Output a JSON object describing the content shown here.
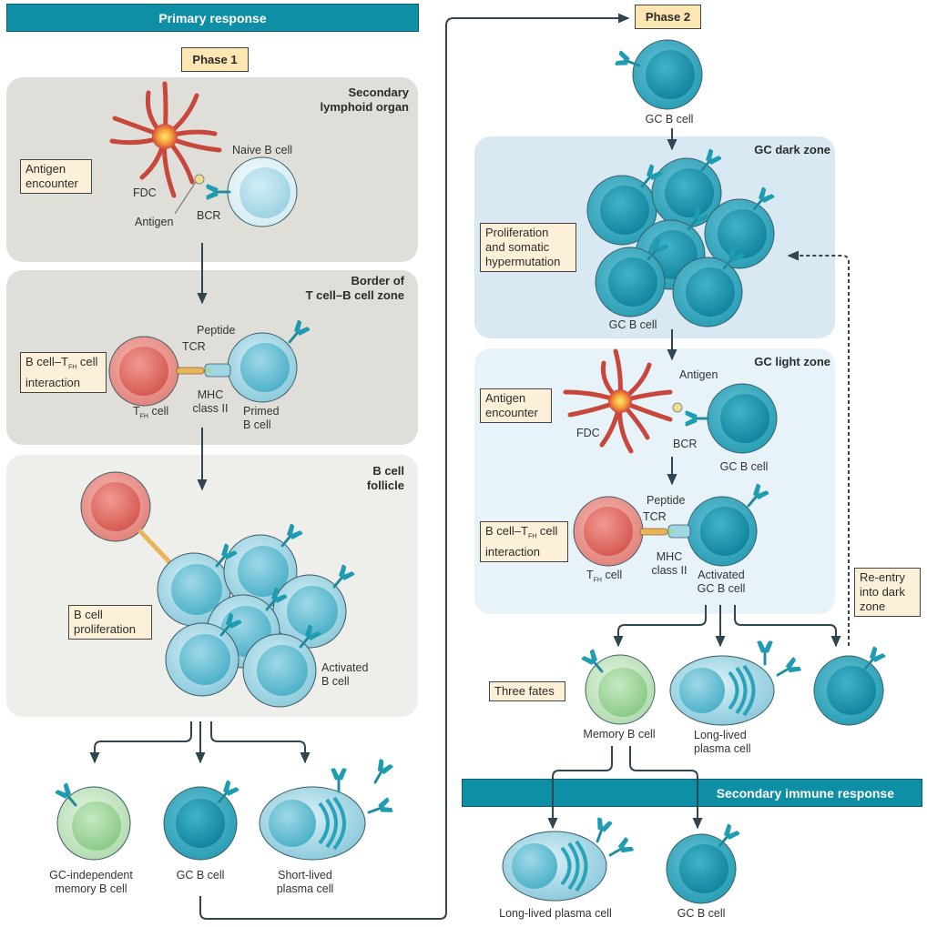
{
  "banners": {
    "primary": "Primary response",
    "secondary": "Secondary immune response"
  },
  "phases": {
    "phase1": "Phase 1",
    "phase2": "Phase 2"
  },
  "zones": {
    "secondary_lymphoid_organ": [
      "Secondary",
      "lymphoid organ"
    ],
    "border_tb": [
      "Border of",
      "T cell–B cell zone"
    ],
    "b_cell_follicle": [
      "B cell",
      "follicle"
    ],
    "gc_dark_zone": "GC dark zone",
    "gc_light_zone": "GC light zone"
  },
  "notes": {
    "antigen_encounter_1": [
      "Antigen",
      "encounter"
    ],
    "bcell_tfh_1": [
      "B cell–T",
      "FH",
      " cell",
      "interaction"
    ],
    "b_cell_proliferation": [
      "B cell",
      "proliferation"
    ],
    "prolif_somatic": [
      "Proliferation",
      "and somatic",
      "hypermutation"
    ],
    "antigen_encounter_2": [
      "Antigen",
      "encounter"
    ],
    "bcell_tfh_2": [
      "B cell–T",
      "FH",
      " cell",
      "interaction"
    ],
    "three_fates": "Three fates",
    "reentry": [
      "Re-entry",
      "into dark",
      "zone"
    ]
  },
  "labels": {
    "fdc": "FDC",
    "antigen": "Antigen",
    "bcr": "BCR",
    "naive_b_cell": "Naive B cell",
    "peptide": "Peptide",
    "tcr": "TCR",
    "mhc": [
      "MHC",
      "class II"
    ],
    "tfh_cell": [
      "T",
      "FH",
      " cell"
    ],
    "primed_b_cell": [
      "Primed",
      "B cell"
    ],
    "activated_b_cell": [
      "Activated",
      "B cell"
    ],
    "gc_independent_memory": [
      "GC-independent",
      "memory B cell"
    ],
    "gc_b_cell": "GC B cell",
    "short_lived_plasma": [
      "Short-lived",
      "plasma cell"
    ],
    "activated_gc_b_cell": [
      "Activated",
      "GC B cell"
    ],
    "memory_b_cell": "Memory B cell",
    "long_lived_plasma": [
      "Long-lived",
      "plasma cell"
    ],
    "long_lived_plasma_one_line": "Long-lived plasma cell"
  },
  "colors": {
    "banner": "#0e8fa5",
    "phase_box": "#fce6b1",
    "note_box": "#fdf0d8",
    "b_cell_light": "#9fd5e4",
    "gc_b_cell": "#2aa3ba",
    "tfh_cell": "#e06d66",
    "fdc": "#d24b3f",
    "memory_cell": "#b9dfb8",
    "antibody": "#1f9cb2"
  }
}
